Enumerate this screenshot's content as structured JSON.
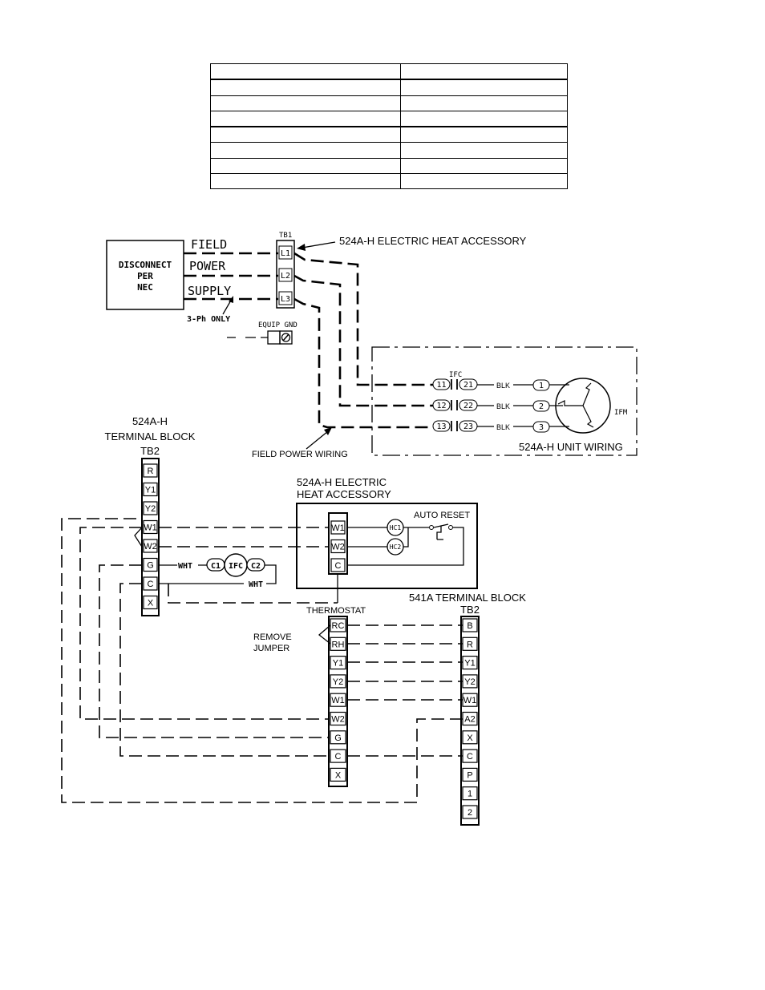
{
  "top_table": {
    "rows": 8,
    "columns": 2
  },
  "diagram": {
    "disconnect_lines": [
      "DISCONNECT",
      "PER",
      "NEC"
    ],
    "field_power_supply": [
      "FIELD",
      "POWER",
      "SUPPLY"
    ],
    "three_phase_only": "3-Ph ONLY",
    "equip_gnd": "EQUIP GND",
    "tb1_label": "TB1",
    "tb1_terminals": [
      "L1",
      "L2",
      "L3"
    ],
    "electric_heat_accessory_top": "524A-H ELECTRIC HEAT ACCESSORY",
    "ifc_label": "IFC",
    "ifc_pins_left": [
      "11",
      "12",
      "13"
    ],
    "ifc_pins_right": [
      "21",
      "22",
      "23"
    ],
    "blk_labels": [
      "BLK",
      "BLK",
      "BLK"
    ],
    "motor_pins": [
      "1",
      "2",
      "3"
    ],
    "ifm_label": "IFM",
    "unit_wiring_label": "524A-H UNIT WIRING",
    "field_power_wiring": "FIELD POWER WIRING",
    "tb2_title": [
      "524A-H",
      "TERMINAL BLOCK",
      "TB2"
    ],
    "tb2_terminals": [
      "R",
      "Y1",
      "Y2",
      "W1",
      "W2",
      "G",
      "C",
      "X"
    ],
    "wht_labels": [
      "WHT",
      "WHT"
    ],
    "relay_pins": [
      "C1",
      "IFC",
      "C2"
    ],
    "heat_accessory_title": [
      "524A-H ELECTRIC",
      "HEAT ACCESSORY"
    ],
    "heat_acc_terminals": [
      "W1",
      "W2",
      "C"
    ],
    "heater_contacts": [
      "HC1",
      "HC2"
    ],
    "auto_reset": "AUTO RESET",
    "tb541_title": [
      "541A TERMINAL BLOCK",
      "TB2"
    ],
    "tb541_terminals": [
      "B",
      "R",
      "Y1",
      "Y2",
      "W1",
      "A2",
      "X",
      "C",
      "P",
      "1",
      "2"
    ],
    "thermostat_label": "THERMOSTAT",
    "thermostat_terminals": [
      "RC",
      "RH",
      "Y1",
      "Y2",
      "W1",
      "W2",
      "G",
      "C",
      "X"
    ],
    "remove_jumper": [
      "REMOVE",
      "JUMPER"
    ]
  }
}
